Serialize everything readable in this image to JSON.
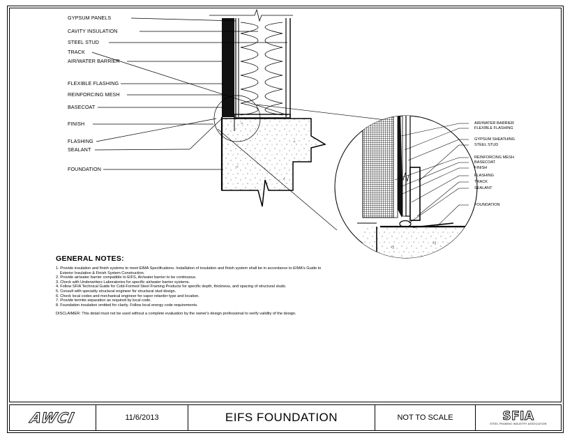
{
  "labels": {
    "gypsum_panels": "GYPSUM PANELS",
    "cavity_insulation": "CAVITY INSULATION",
    "steel_stud": "STEEL STUD",
    "track": "TRACK",
    "air_water_barrier": "AIR/WATER BARRIER",
    "flexible_flashing": "FLEXIBLE FLASHING",
    "reinforcing_mesh": "REINFORCING MESH",
    "basecoat": "BASECOAT",
    "finish": "FINISH",
    "flashing": "FLASHING",
    "sealant": "SEALANT",
    "foundation": "FOUNDATION"
  },
  "detail_labels": {
    "air_water_barrier": "AIR/WATER BARRIER",
    "flexible_flashing": "FLEXIBLE FLASHING",
    "gypsum_sheathing": "GYPSUM SHEATHING",
    "steel_stud": "STEEL STUD",
    "reinforcing_mesh": "REINFORCING MESH",
    "basecoat": "BASECOAT",
    "finish": "FINISH",
    "flashing": "FLASHING",
    "track": "TRACK",
    "sealant": "SEALANT",
    "foundation": "FOUNDATION"
  },
  "notes": {
    "title": "GENERAL NOTES:",
    "items": [
      "1. Provide insulation and finish systems to meet EIMA Specifications. Installation of insulation and finish system shall be in accordance to EIMA's Guide to",
      "Exterior Insulation & Finish System Construction.",
      "2. Provide air/water barrier compatible to EIFS, Air/water barrier to be continuous.",
      "3. Check with Underwriters Laboratories for specific air/water barrier systems.",
      "4. Follow SFIA Technical Guide for Cold-Formed Steel Framing Products for specific depth, thickness, and spacing of structural studs.",
      "5. Consult with specialty structural engineer for structural stud design.",
      "6. Check local codes and mechanical engineer for vapor retarder type and location.",
      "7. Provide termite separation as required by local code.",
      "8. Foundation insulation omitted for clarity. Follow local energy code requirements."
    ],
    "disclaimer": "DISCLAIMER: This detail must not be used without a complete evaluation by the owner's design professional to verify validity of the design."
  },
  "title_block": {
    "logo_left": "AWCI",
    "date": "11/6/2013",
    "title": "EIFS FOUNDATION",
    "scale": "NOT TO SCALE",
    "logo_right": "SFIA",
    "logo_right_sub": "STEEL FRAMING INDUSTRY ASSOCIATION"
  }
}
